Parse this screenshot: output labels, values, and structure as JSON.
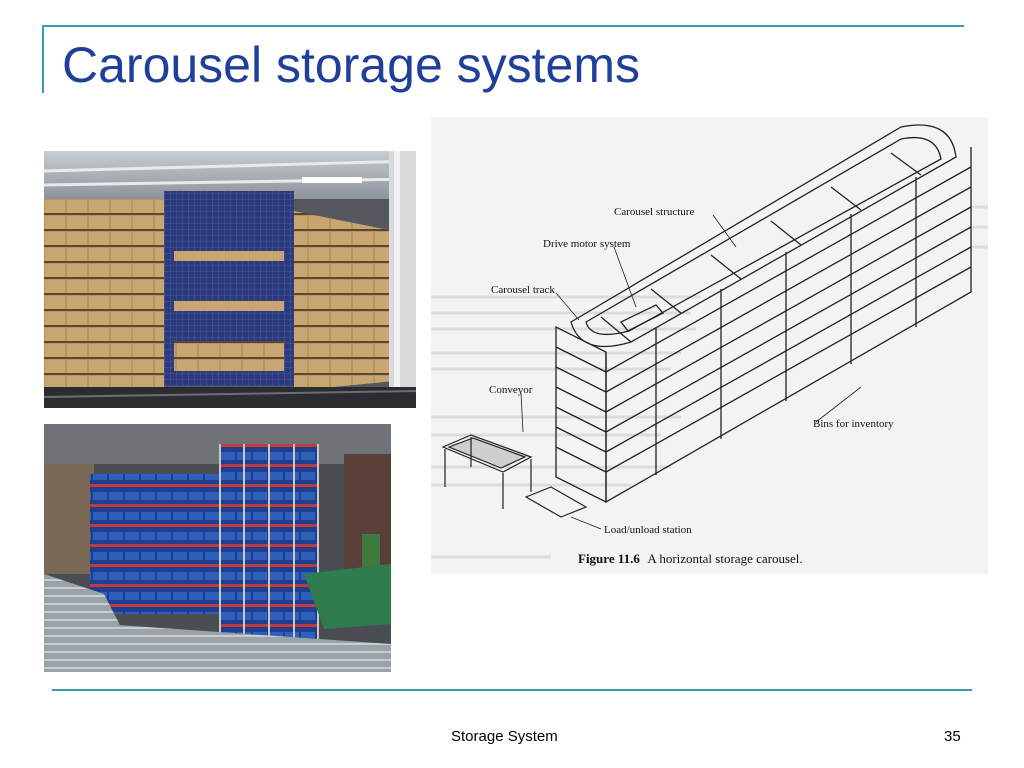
{
  "slide": {
    "title": "Carousel storage systems",
    "footer_center": "Storage System",
    "page_number": "35"
  },
  "figure": {
    "labels": {
      "carousel_structure": "Carousel structure",
      "drive_motor_system": "Drive motor system",
      "carousel_track": "Carousel track",
      "conveyor": "Conveyor",
      "bins_for_inventory": "Bins for inventory",
      "load_unload_station": "Load/unload station"
    },
    "caption_number": "Figure 11.6",
    "caption_text": "A horizontal storage carousel."
  },
  "colors": {
    "title": "#1f3f9a",
    "accent_rule": "#3a9ab0",
    "bin_blue": "#2f5fb8",
    "bin_red": "#c23a3a"
  }
}
